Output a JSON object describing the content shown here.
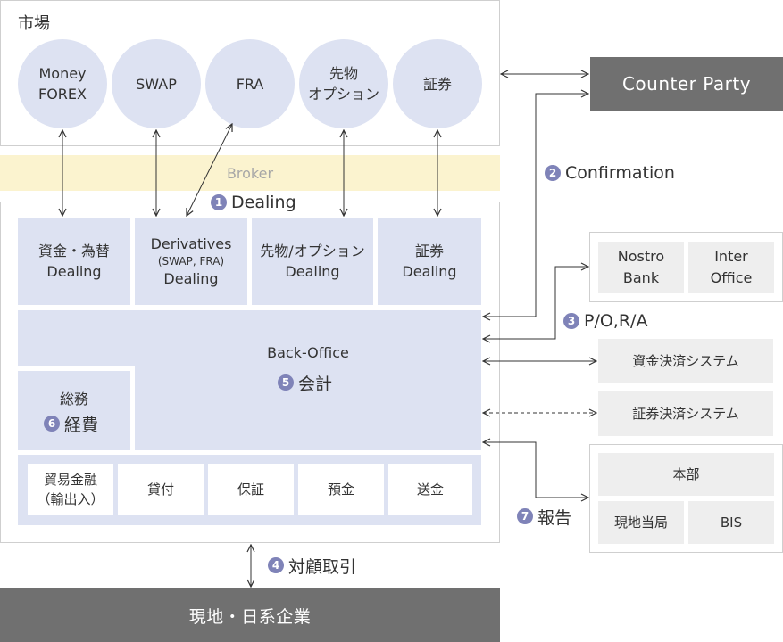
{
  "market": {
    "title": "市場",
    "items": [
      "Money\nFOREX",
      "SWAP",
      "FRA",
      "先物\nオプション",
      "証券"
    ]
  },
  "broker": "Broker",
  "counter_party": "Counter Party",
  "steps": {
    "s1": {
      "num": "1",
      "label": "Dealing"
    },
    "s2": {
      "num": "2",
      "label": "Confirmation"
    },
    "s3": {
      "num": "3",
      "label": "P/O,R/A"
    },
    "s4": {
      "num": "4",
      "label": "対顧取引"
    },
    "s5": {
      "num": "5",
      "label": "会計"
    },
    "s6": {
      "num": "6",
      "label": "経費"
    },
    "s7": {
      "num": "7",
      "label": "報告"
    }
  },
  "dealing": {
    "fx": {
      "line1": "資金・為替",
      "line2": "Dealing"
    },
    "deriv": {
      "line1": "Derivatives",
      "sub": "(SWAP, FRA)",
      "line2": "Dealing"
    },
    "futures": {
      "line1": "先物/オプション",
      "line2": "Dealing"
    },
    "securities": {
      "line1": "証券",
      "line2": "Dealing"
    }
  },
  "back_office": "Back-Office",
  "general_affairs": "総務",
  "products": [
    "貿易金融\n（輸出入）",
    "貸付",
    "保証",
    "預金",
    "送金"
  ],
  "nostro": "Nostro\nBank",
  "inter_office": "Inter\nOffice",
  "fund_settlement": "資金決済システム",
  "sec_settlement": "証券決済システム",
  "head_office": "本部",
  "local_authority": "現地当局",
  "bis": "BIS",
  "clients": "現地・日系企業",
  "colors": {
    "accent": "#7f83b8",
    "box": "#dde2f2",
    "broker": "#fbf3cf",
    "dark": "#707070",
    "grey": "#eeeeee"
  }
}
